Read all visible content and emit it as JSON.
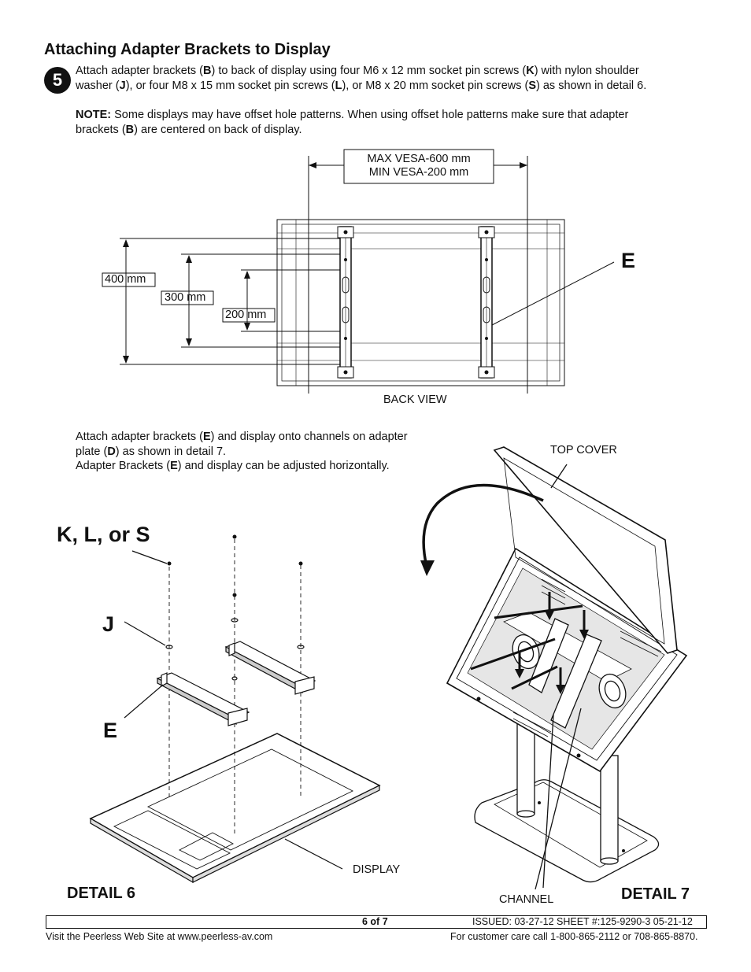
{
  "heading": "Attaching Adapter Brackets to Display",
  "step_number": "5",
  "para1": {
    "t1": "Attach adapter brackets (",
    "b1": "B",
    "t2": ") to back of display using four M6 x 12 mm socket pin screws (",
    "b2": "K",
    "t3": ") with nylon shoulder",
    "t4": "washer (",
    "b3": "J",
    "t5": "), or four M8 x 15 mm socket pin screws (",
    "b4": "L",
    "t6": "), or M8 x 20 mm socket pin screws (",
    "b5": "S",
    "t7": ") as shown in detail 6."
  },
  "note": {
    "label": "NOTE:",
    "t1": " Some displays may have offset hole patterns. When using offset hole patterns make sure that adapter",
    "t2": "brackets (",
    "b1": "B",
    "t3": ") are centered on back of display."
  },
  "back_view": {
    "vesa_max": "MAX VESA-600 mm",
    "vesa_min": "MIN  VESA-200 mm",
    "dim_400": "400 mm",
    "dim_300": "300 mm",
    "dim_200": "200 mm",
    "part_e": "E",
    "caption": "BACK VIEW"
  },
  "para2": {
    "t1": "Attach adapter brackets (",
    "b1": "E",
    "t2": ") and display onto channels on adapter",
    "t3": "plate (",
    "b2": "D",
    "t4": ") as shown in detail 7.",
    "t5": "Adapter Brackets (",
    "b3": "E",
    "t6": ") and display can be adjusted horizontally."
  },
  "detail6": {
    "screws_label": "K, L, or S",
    "washer_label": "J",
    "bracket_label": "E",
    "display_label": "DISPLAY",
    "title": "DETAIL 6"
  },
  "detail7": {
    "top_cover": "TOP COVER",
    "channel": "CHANNEL",
    "title": "DETAIL 7"
  },
  "footer": {
    "page": "6 of 7",
    "issued": "ISSUED: 03-27-12  SHEET #:125-9290-3  05-21-12",
    "website": "Visit the Peerless Web Site at www.peerless-av.com",
    "care": "For customer care call 1-800-865-2112 or 708-865-8870."
  }
}
